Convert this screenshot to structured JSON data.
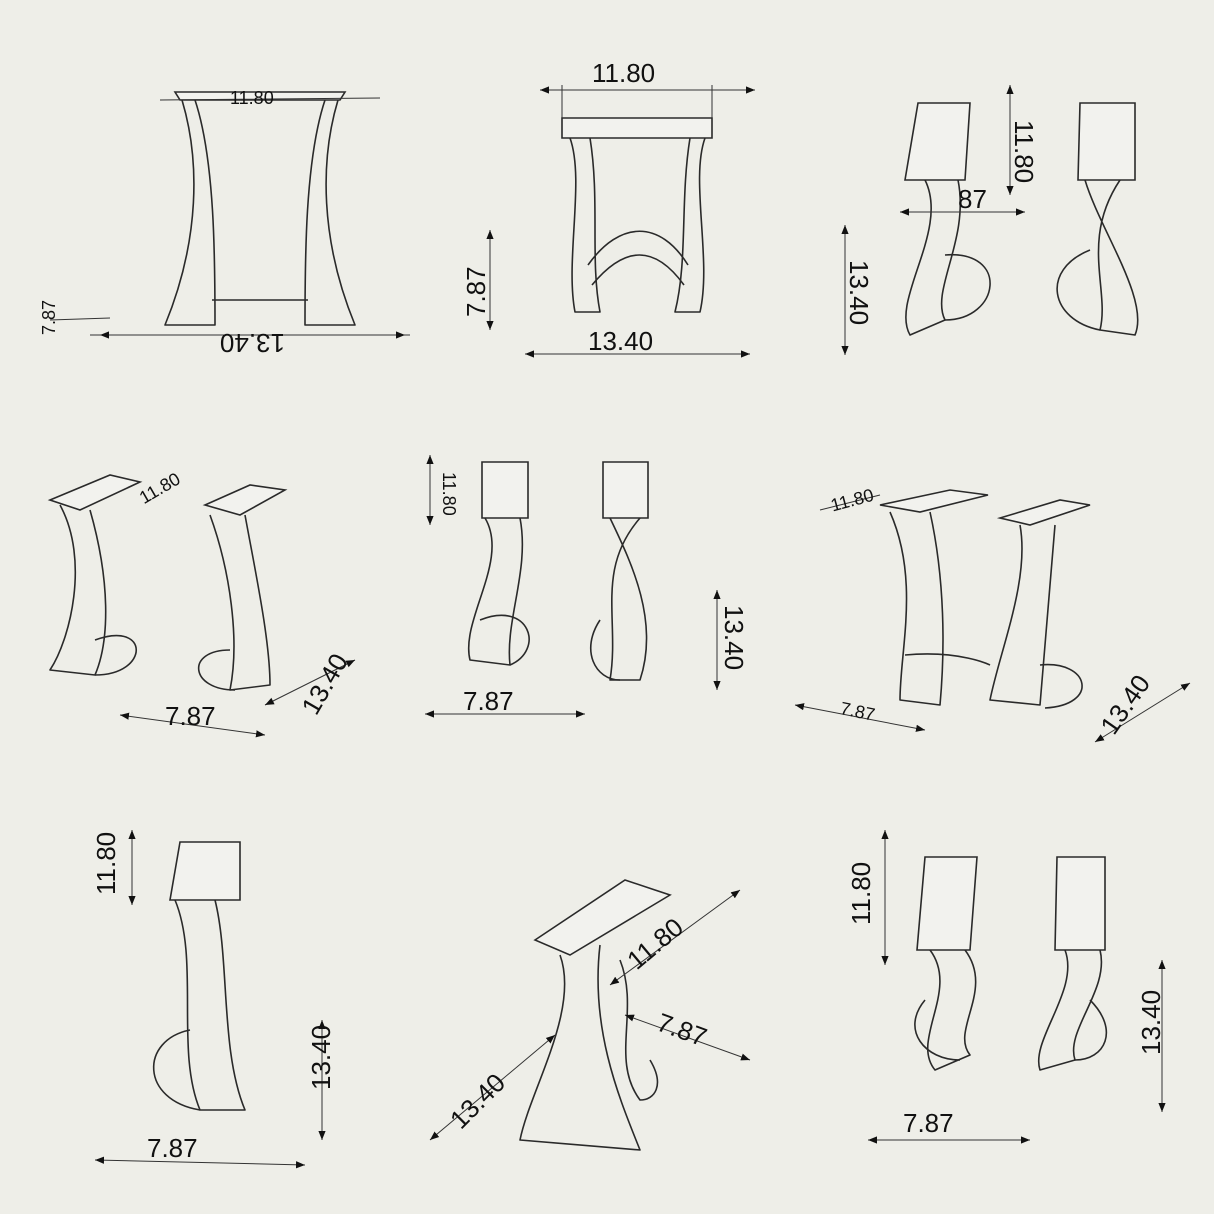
{
  "units_note": "",
  "panels": [
    {
      "view": "front",
      "labels": {
        "width_top": "11.80",
        "width_bottom": "13.40",
        "depth": "7.87"
      }
    },
    {
      "view": "side",
      "labels": {
        "width_top": "11.80",
        "height": "7.87",
        "width_bottom": "13.40"
      }
    },
    {
      "view": "iso-pair",
      "labels": {
        "plate": "11.80",
        "depth": "87",
        "height": "13.40"
      }
    },
    {
      "view": "iso-pair",
      "labels": {
        "plate": "11.80",
        "depth": "7.87",
        "height": "13.40"
      }
    },
    {
      "view": "iso-pair",
      "labels": {
        "plate": "11.80",
        "height": "13.40",
        "depth": "7.87"
      }
    },
    {
      "view": "iso-pair",
      "labels": {
        "plate": "11.80",
        "depth": "7.87",
        "height": "13.40"
      }
    },
    {
      "view": "single",
      "labels": {
        "plate": "11.80",
        "height": "13.40",
        "depth": "7.87"
      }
    },
    {
      "view": "iso-pair",
      "labels": {
        "plate": "11.80",
        "height": "13.40",
        "depth": "7.87"
      }
    },
    {
      "view": "iso-pair",
      "labels": {
        "plate": "11.80",
        "height": "13.40",
        "depth": "7.87"
      }
    }
  ],
  "colors": {
    "background": "#eeeee8",
    "line": "#2a2a2a"
  }
}
